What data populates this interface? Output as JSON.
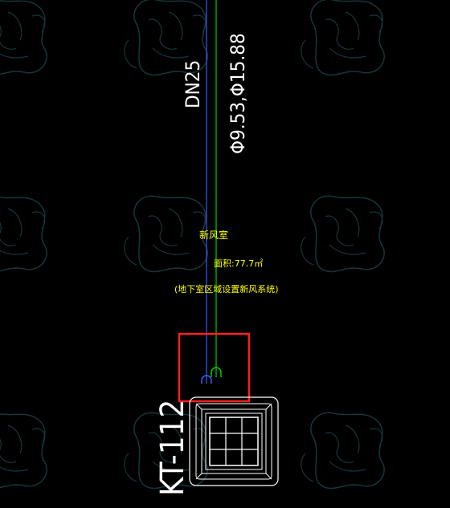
{
  "drawing": {
    "pipe_size_label": "DN25",
    "pipe_diameter_label": "Φ9.53,Φ15.88",
    "room_name": "新风室",
    "area_label": "面积:77.7㎡",
    "note_label": "(地下室区域设置新风系统)",
    "unit_tag": "KT-112",
    "watermark_icon": "figure-watermark-icon"
  },
  "colors": {
    "background": "#000000",
    "watermark": "#16363a",
    "blue_pipe": "#3a5cff",
    "green_pipe": "#00d000",
    "highlight_box": "#ff2020",
    "annotation": "#ffff00",
    "label": "#ffffff"
  }
}
